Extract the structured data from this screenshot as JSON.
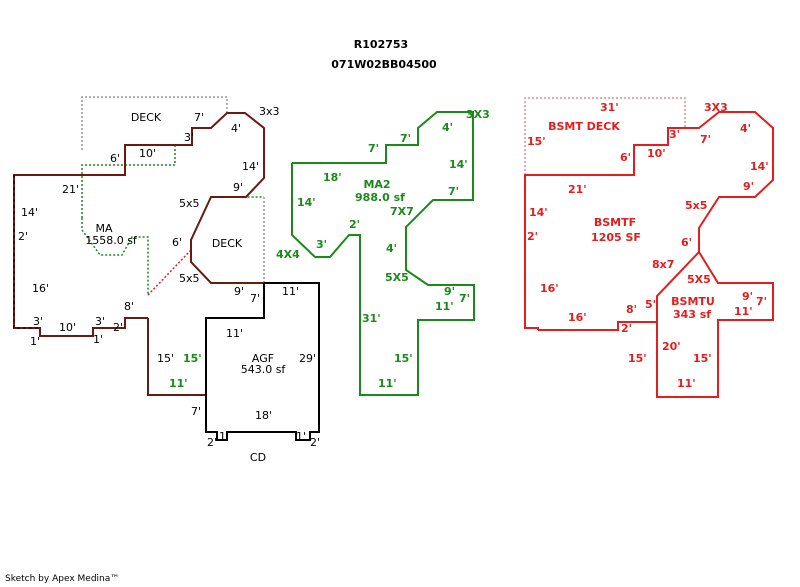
{
  "header": {
    "parcel_id": "R102753",
    "account_id": "071W02BB04500"
  },
  "footer": "Sketch by Apex Medina™",
  "colors": {
    "main": "#000000",
    "ma2": "#1a8a1a",
    "basement": "#e41e1e",
    "outline_dark": "#6b1a12",
    "deck_dotted": "#999999"
  },
  "areas": {
    "deck_top": "DECK",
    "ma": "MA",
    "ma_sf": "1558.0 sf",
    "deck_mid": "DECK",
    "agf": "AGF",
    "agf_sf": "543.0 sf",
    "cd": "CD",
    "ma2": "MA2",
    "ma2_sf": "988.0 sf",
    "bsmt_deck": "BSMT DECK",
    "bsmtf": "BSMTF",
    "bsmtf_sf": "1205 SF",
    "bsmtu": "BSMTU",
    "bsmtu_sf": "343 sf"
  },
  "dims_left": {
    "d7": "7'",
    "d4": "4'",
    "d3x3": "3x3",
    "d3": "3'",
    "d10": "10'",
    "d6": "6'",
    "d14a": "14'",
    "d21": "21'",
    "d14b": "14'",
    "d9": "9'",
    "d5x5a": "5x5",
    "d6b": "6'",
    "d2": "2'",
    "d16": "16'",
    "d5x5b": "5x5",
    "d9b": "9'",
    "d7b": "7'",
    "d11a": "11'",
    "d8": "8'",
    "d3b": "3'",
    "d10b": "10'",
    "d3c": "3'",
    "d2b": "2'",
    "d1a": "1'",
    "d1b": "1'",
    "d11b": "11'",
    "d15a": "15'",
    "d15b": "15'",
    "d29": "29'",
    "d11c": "11'",
    "d7c": "7'",
    "d18": "18'",
    "d2c": "2'",
    "d1c": "1'",
    "d1d": "1'",
    "d2d": "2'"
  },
  "dims_ma2": {
    "d3x3": "3X3",
    "d4": "4'",
    "d7a": "7'",
    "d7b": "7'",
    "d18": "18'",
    "d14a": "14'",
    "d7c": "7'",
    "d14b": "14'",
    "d7x7": "7X7",
    "d2": "2'",
    "d3": "3'",
    "d4x4": "4X4",
    "d4b": "4'",
    "d5x5": "5X5",
    "d9": "9'",
    "d11a": "11'",
    "d7d": "7'",
    "d31": "31'",
    "d15": "15'",
    "d11b": "11'"
  },
  "dims_bsmt": {
    "d31": "31'",
    "d3x3": "3X3",
    "d3": "3'",
    "d7": "7'",
    "d4": "4'",
    "d15": "15'",
    "d6": "6'",
    "d10": "10'",
    "d14a": "14'",
    "d21": "21'",
    "d9": "9'",
    "d14b": "14'",
    "d5x5a": "5x5",
    "d2": "2'",
    "d6b": "6'",
    "d8x7": "8x7",
    "d5x5b": "5X5",
    "d16a": "16'",
    "d8": "8'",
    "d5": "5'",
    "d9b": "9'",
    "d7b": "7'",
    "d16b": "16'",
    "d2b": "2'",
    "d11a": "11'",
    "d15b": "15'",
    "d20": "20'",
    "d15c": "15'",
    "d11b": "11'"
  }
}
